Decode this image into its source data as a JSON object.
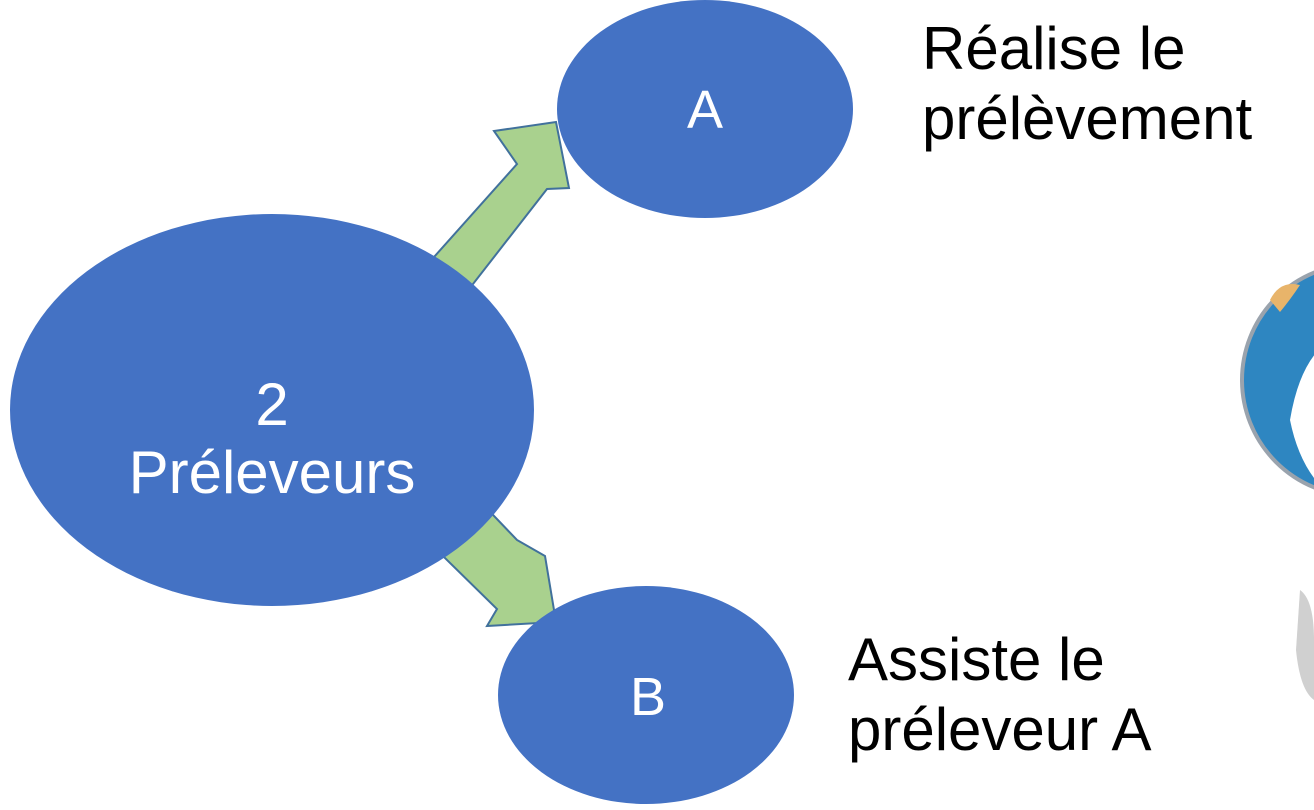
{
  "diagram": {
    "center_node": {
      "line1": "2",
      "line2": "Préleveurs"
    },
    "node_a": {
      "label": "A"
    },
    "node_b": {
      "label": "B"
    },
    "text_a": {
      "line1": "Réalise le",
      "line2": "prélèvement"
    },
    "text_b": {
      "line1": "Assiste le",
      "line2": "préleveur A"
    }
  },
  "colors": {
    "node_fill": "#4472C4",
    "arrow_fill": "#A9D18E",
    "arrow_stroke": "#41719C"
  },
  "icons": {
    "illustration": "person-illustration-partial"
  }
}
